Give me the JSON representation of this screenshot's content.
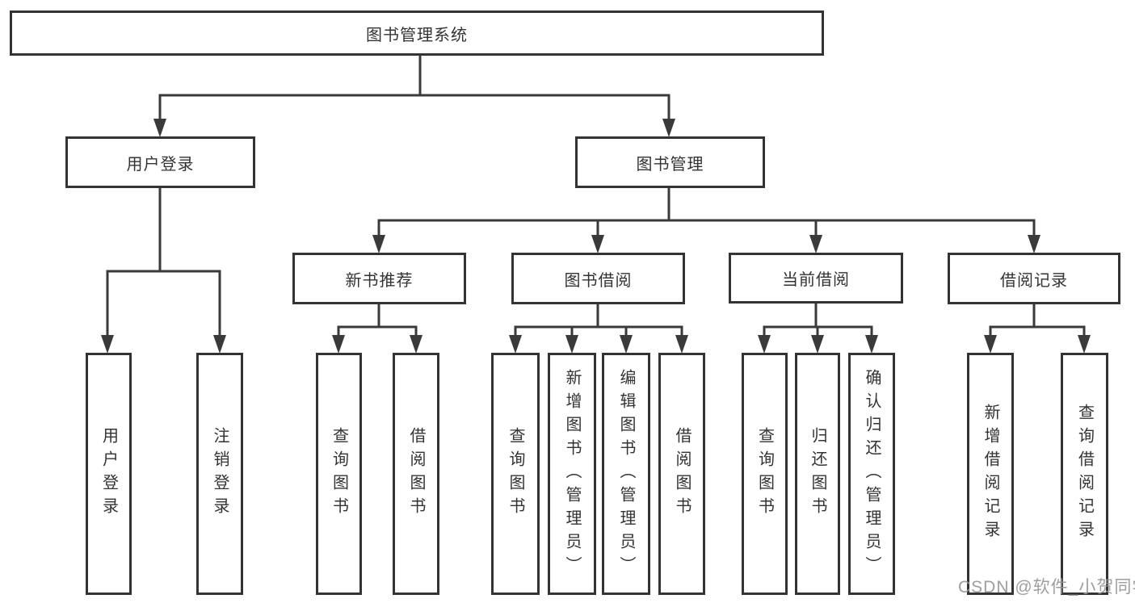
{
  "tree": {
    "root": {
      "label": "图书管理系统"
    },
    "branches": [
      {
        "label": "用户登录",
        "children": [
          {
            "label": "用户登录"
          },
          {
            "label": "注销登录"
          }
        ]
      },
      {
        "label": "图书管理",
        "children": [
          {
            "label": "新书推荐",
            "children": [
              {
                "label": "查询图书"
              },
              {
                "label": "借阅图书"
              }
            ]
          },
          {
            "label": "图书借阅",
            "children": [
              {
                "label": "查询图书"
              },
              {
                "label": "新增图书（管理员）"
              },
              {
                "label": "编辑图书（管理员）"
              },
              {
                "label": "借阅图书"
              }
            ]
          },
          {
            "label": "当前借阅",
            "children": [
              {
                "label": "查询图书"
              },
              {
                "label": "归还图书"
              },
              {
                "label": "确认归还（管理员）"
              }
            ]
          },
          {
            "label": "借阅记录",
            "children": [
              {
                "label": "新增借阅记录"
              },
              {
                "label": "查询借阅记录"
              }
            ]
          }
        ]
      }
    ]
  },
  "watermark": {
    "text": "CSDN @软件_小贺同学"
  },
  "colors": {
    "line": "#3a3a3a",
    "box_border": "#333333",
    "text": "#333333",
    "watermark": "#969696",
    "background": "#ffffff"
  }
}
